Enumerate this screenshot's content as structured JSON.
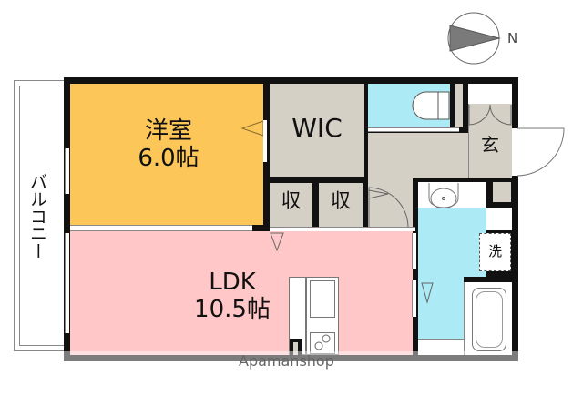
{
  "compass": {
    "label": "N",
    "direction": "east"
  },
  "rooms": {
    "western_room": {
      "name": "洋室",
      "size": "6.0帖",
      "color": "#FCC758"
    },
    "wic": {
      "name": "WIC",
      "color": "#D5D0C5"
    },
    "ldk": {
      "name": "LDK",
      "size": "10.5帖",
      "color": "#FFC7C8"
    },
    "storage_1": {
      "name": "収",
      "color": "#D5D0C5"
    },
    "storage_2": {
      "name": "収",
      "color": "#D5D0C5"
    },
    "entrance": {
      "name": "玄",
      "color": "#D5D0C5"
    },
    "toilet": {
      "color": "#ACEAF5"
    },
    "washroom": {
      "color": "#ACEAF5"
    },
    "washer_space": {
      "name": "洗"
    },
    "bathroom": {
      "color": "#ACEAF5"
    },
    "hall": {
      "color": "#D5D0C5"
    }
  },
  "balcony": {
    "name": "バルコニー"
  },
  "watermark": {
    "text": "Apamanshop"
  }
}
